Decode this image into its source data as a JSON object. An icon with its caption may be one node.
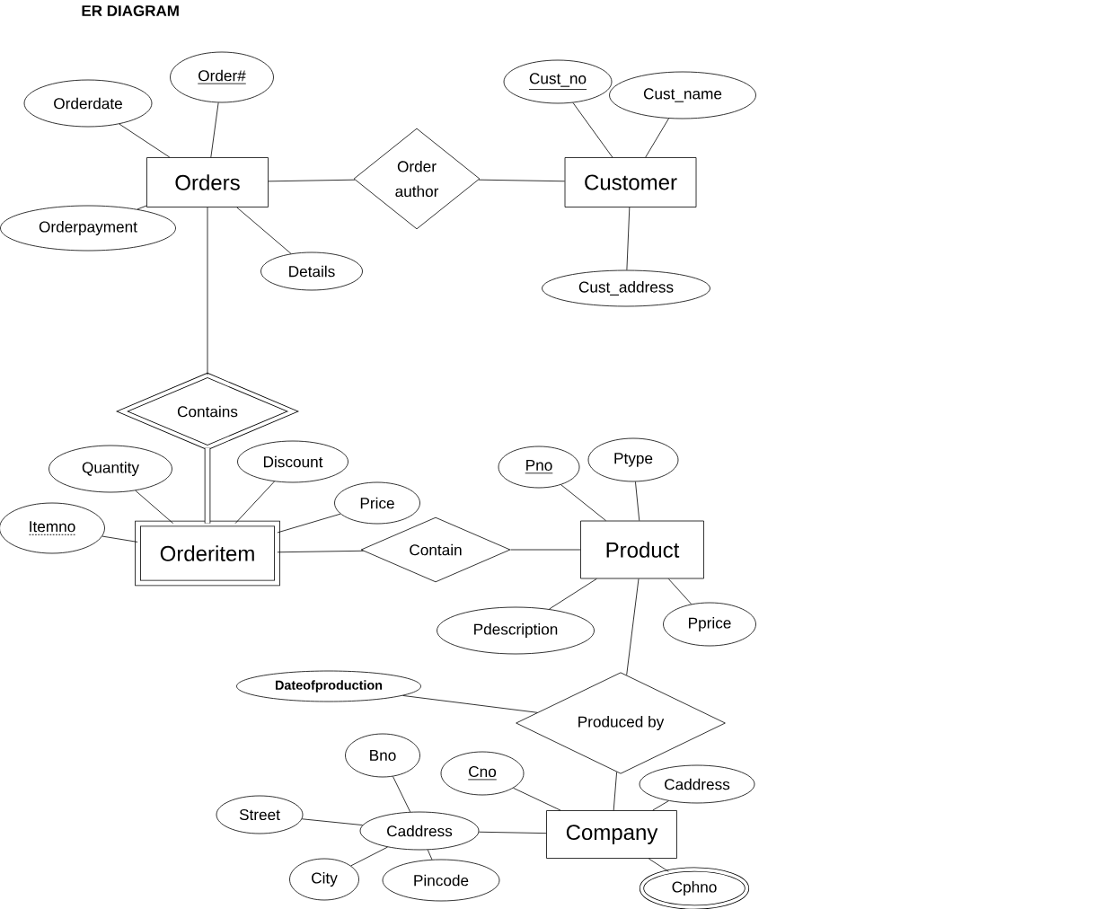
{
  "diagram": {
    "title": "ER DIAGRAM",
    "nodes": [
      {
        "text": [
          "Orders"
        ]
      },
      {
        "text": [
          "Order#"
        ]
      },
      {
        "text": [
          "Orderdate"
        ]
      },
      {
        "text": [
          "Orderpayment"
        ]
      },
      {
        "text": [
          "Details"
        ]
      },
      {
        "text": [
          "Order author"
        ]
      },
      {
        "text": [
          "Customer"
        ]
      },
      {
        "text": [
          "Cust_no"
        ]
      },
      {
        "text": [
          "Cust_name"
        ]
      },
      {
        "text": [
          "Cust_address"
        ]
      },
      {
        "text": [
          "Contains"
        ]
      },
      {
        "text": [
          "Orderitem"
        ]
      },
      {
        "text": [
          "Quantity"
        ]
      },
      {
        "text": [
          "Itemno"
        ]
      },
      {
        "text": [
          "Discount"
        ]
      },
      {
        "text": [
          "Price"
        ]
      },
      {
        "text": [
          "Contain"
        ]
      },
      {
        "text": [
          "Product"
        ]
      },
      {
        "text": [
          "Pno"
        ]
      },
      {
        "text": [
          "Ptype"
        ]
      },
      {
        "text": [
          "Pdescription"
        ]
      },
      {
        "text": [
          "Pprice"
        ]
      },
      {
        "text": [
          "Produced by"
        ]
      },
      {
        "text": [
          "Dateofproduction"
        ]
      },
      {
        "text": [
          "Company"
        ]
      },
      {
        "text": [
          "Cno"
        ]
      },
      {
        "text": [
          "Caddress"
        ]
      },
      {
        "text": [
          "Cphno"
        ]
      },
      {
        "text": [
          "Caddress"
        ]
      },
      {
        "text": [
          "Bno"
        ]
      },
      {
        "text": [
          "Street"
        ]
      },
      {
        "text": [
          "City"
        ]
      },
      {
        "text": [
          "Pincode"
        ]
      }
    ],
    "edges": [
      {
        "from": 0,
        "to": 1,
        "arrow": "none"
      },
      {
        "from": 0,
        "to": 2,
        "arrow": "none"
      },
      {
        "from": 0,
        "to": 3,
        "arrow": "none"
      },
      {
        "from": 0,
        "to": 4,
        "arrow": "none"
      },
      {
        "from": 0,
        "to": 5,
        "arrow": "none"
      },
      {
        "from": 5,
        "to": 6,
        "arrow": "none"
      },
      {
        "from": 6,
        "to": 7,
        "arrow": "none"
      },
      {
        "from": 6,
        "to": 8,
        "arrow": "none"
      },
      {
        "from": 6,
        "to": 9,
        "arrow": "none"
      },
      {
        "from": 0,
        "to": 10,
        "arrow": "none"
      },
      {
        "from": 10,
        "to": 11,
        "arrow": "none",
        "style": "thick"
      },
      {
        "from": 11,
        "to": 12,
        "arrow": "none"
      },
      {
        "from": 11,
        "to": 13,
        "arrow": "none"
      },
      {
        "from": 11,
        "to": 14,
        "arrow": "none"
      },
      {
        "from": 11,
        "to": 15,
        "arrow": "none"
      },
      {
        "from": 11,
        "to": 16,
        "arrow": "none"
      },
      {
        "from": 16,
        "to": 17,
        "arrow": "none"
      },
      {
        "from": 17,
        "to": 18,
        "arrow": "none"
      },
      {
        "from": 17,
        "to": 19,
        "arrow": "none"
      },
      {
        "from": 17,
        "to": 20,
        "arrow": "none"
      },
      {
        "from": 17,
        "to": 21,
        "arrow": "none"
      },
      {
        "from": 17,
        "to": 22,
        "arrow": "none"
      },
      {
        "from": 22,
        "to": 23,
        "arrow": "none"
      },
      {
        "from": 22,
        "to": 24,
        "arrow": "none"
      },
      {
        "from": 24,
        "to": 25,
        "arrow": "none"
      },
      {
        "from": 24,
        "to": 26,
        "arrow": "none"
      },
      {
        "from": 24,
        "to": 27,
        "arrow": "none"
      },
      {
        "from": 24,
        "to": 28,
        "arrow": "none"
      },
      {
        "from": 28,
        "to": 29,
        "arrow": "none"
      },
      {
        "from": 28,
        "to": 30,
        "arrow": "none"
      },
      {
        "from": 28,
        "to": 31,
        "arrow": "none"
      },
      {
        "from": 28,
        "to": 32,
        "arrow": "none"
      }
    ]
  }
}
